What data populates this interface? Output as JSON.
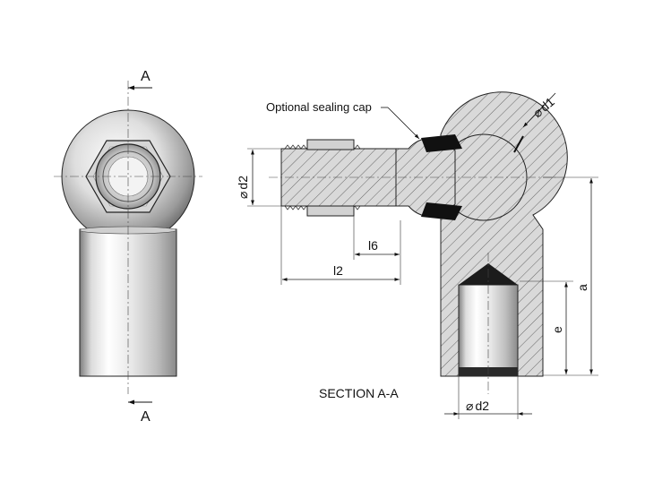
{
  "labels": {
    "section_marker_top": "A",
    "section_marker_bottom": "A",
    "sealing_cap": "Optional sealing cap",
    "section_title": "SECTION A-A",
    "dim_d1": "d1",
    "dim_d2_left": "d2",
    "dim_d2_bottom": "d2",
    "dim_l6": "l6",
    "dim_l2": "l2",
    "dim_e": "e",
    "dim_a": "a"
  },
  "diameter_symbol": "⌀",
  "colors": {
    "line": "#222222",
    "hatch": "#555555",
    "section_fill": "#d9d9d9",
    "cap": "#111111",
    "metal_light": "#f4f4f4",
    "metal_dark": "#8a8a8a"
  }
}
